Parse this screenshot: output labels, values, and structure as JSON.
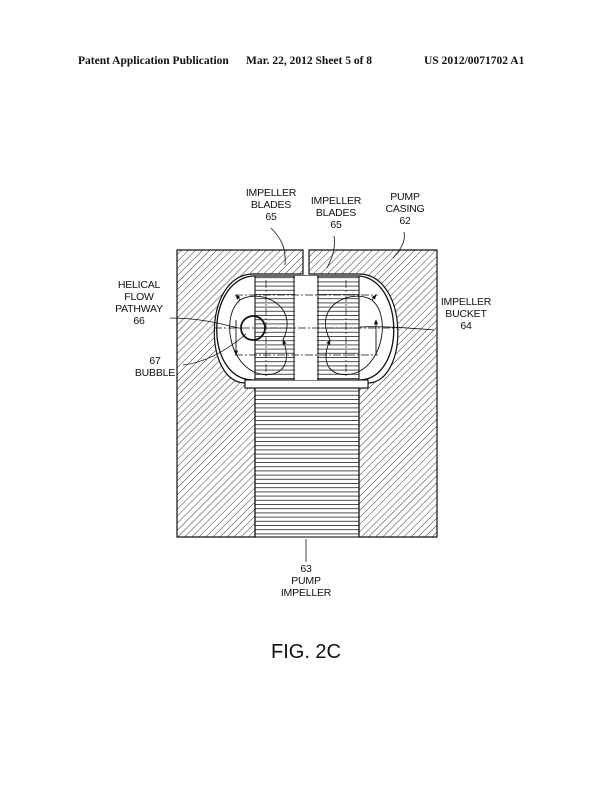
{
  "header": {
    "publication": "Patent Application Publication",
    "date_sheet": "Mar. 22, 2012  Sheet 5 of 8",
    "patent_number": "US 2012/0071702 A1"
  },
  "figure": {
    "label": "FIG. 2C"
  },
  "callouts": {
    "impeller_blades_left": {
      "line1": "IMPELLER",
      "line2": "BLADES",
      "ref": "65"
    },
    "impeller_blades_right": {
      "line1": "IMPELLER",
      "line2": "BLADES",
      "ref": "65"
    },
    "pump_casing": {
      "line1": "PUMP",
      "line2": "CASING",
      "ref": "62"
    },
    "helical_flow_pathway": {
      "line1": "HELICAL",
      "line2": "FLOW",
      "line3": "PATHWAY",
      "ref": "66"
    },
    "impeller_bucket": {
      "line1": "IMPELLER",
      "line2": "BUCKET",
      "ref": "64"
    },
    "bubble": {
      "ref": "67",
      "line1": "BUBBLE"
    },
    "pump_impeller": {
      "ref": "63",
      "line1": "PUMP",
      "line2": "IMPELLER"
    }
  }
}
